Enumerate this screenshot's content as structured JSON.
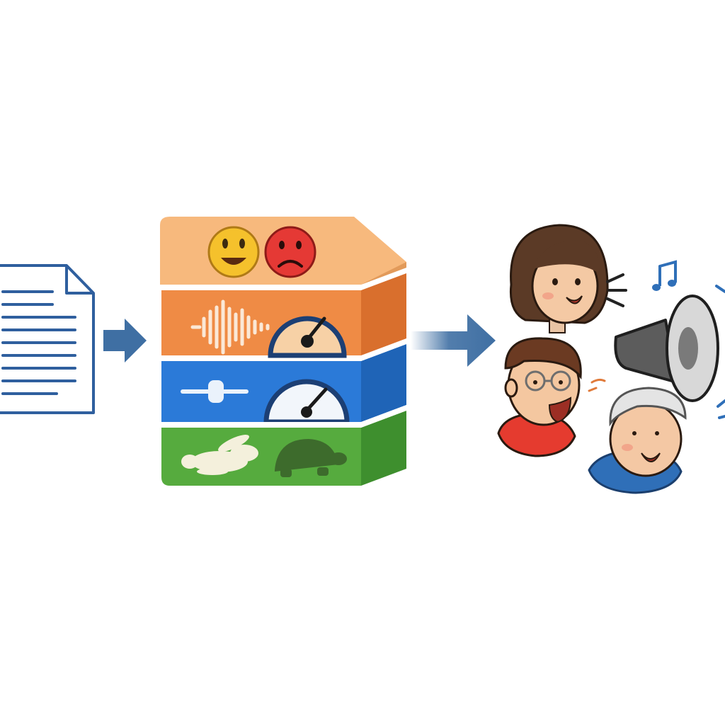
{
  "diagram": {
    "steps": [
      {
        "id": "input",
        "icon": "text-document-icon"
      },
      {
        "id": "controls",
        "icon": "layered-style-controls"
      },
      {
        "id": "output",
        "icon": "multi-speaker-voices"
      }
    ],
    "arrows": [
      "arrow-document-to-controls",
      "arrow-controls-to-voices"
    ],
    "control_layers": [
      {
        "id": "emotion",
        "color": "#f7b97d",
        "icons": [
          "happy-face-icon",
          "sad-face-icon"
        ]
      },
      {
        "id": "pitch",
        "color": "#ef8b45",
        "icons": [
          "sound-wave-icon",
          "gauge-icon"
        ]
      },
      {
        "id": "volume",
        "color": "#2b7ad8",
        "icons": [
          "slider-icon",
          "gauge-icon"
        ]
      },
      {
        "id": "speed",
        "color": "#56ab3e",
        "icons": [
          "rabbit-icon",
          "turtle-icon"
        ]
      }
    ],
    "speakers": [
      "woman-speaker",
      "man-with-glasses-speaker",
      "elderly-speaker"
    ],
    "decorations": [
      "music-note-icon",
      "megaphone-icon",
      "sound-lines-icon"
    ],
    "colors": {
      "arrow": "#3f6fa3",
      "document_stroke": "#2f5f9e"
    }
  }
}
